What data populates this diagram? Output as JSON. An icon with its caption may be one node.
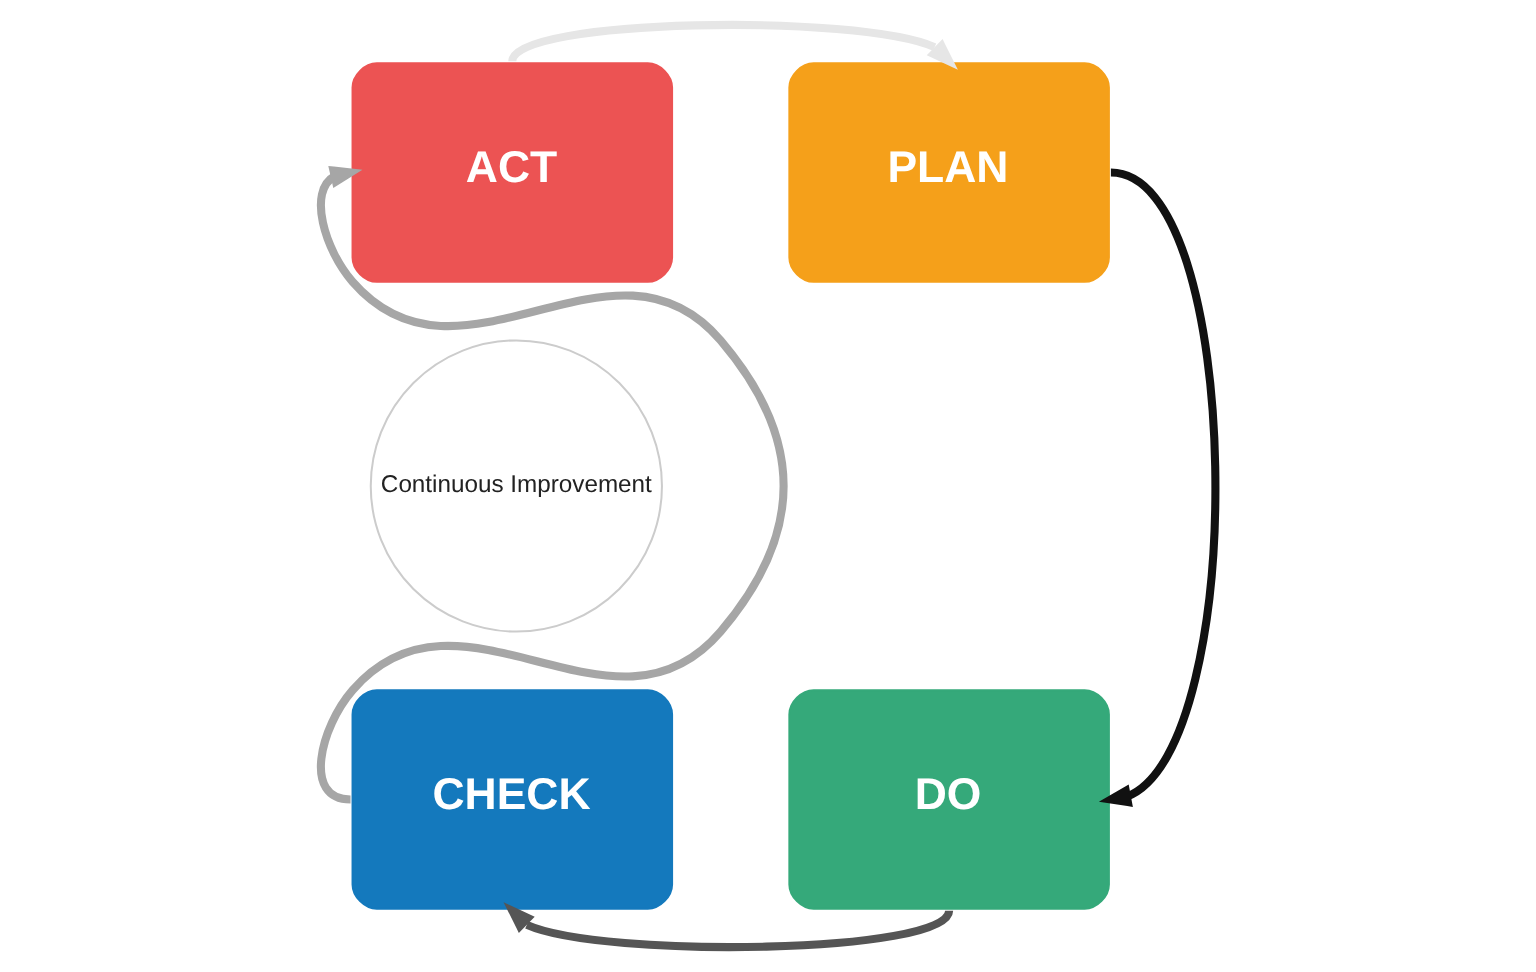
{
  "diagram": {
    "nodes": [
      {
        "text": [
          "ACT"
        ]
      },
      {
        "text": [
          "PLAN"
        ]
      },
      {
        "text": [
          "Continuous Improvement"
        ]
      },
      {
        "text": [
          "CHECK"
        ]
      },
      {
        "text": [
          "DO"
        ]
      }
    ],
    "edges": [
      {
        "from": 0,
        "to": 1,
        "arrow": "to",
        "color": "#e6e6e6"
      },
      {
        "from": 1,
        "to": 4,
        "arrow": "to",
        "color": "#111111"
      },
      {
        "from": 4,
        "to": 3,
        "arrow": "to",
        "color": "#555555"
      },
      {
        "from": 3,
        "to": 0,
        "arrow": "to",
        "color": "#a6a6a6"
      }
    ]
  }
}
